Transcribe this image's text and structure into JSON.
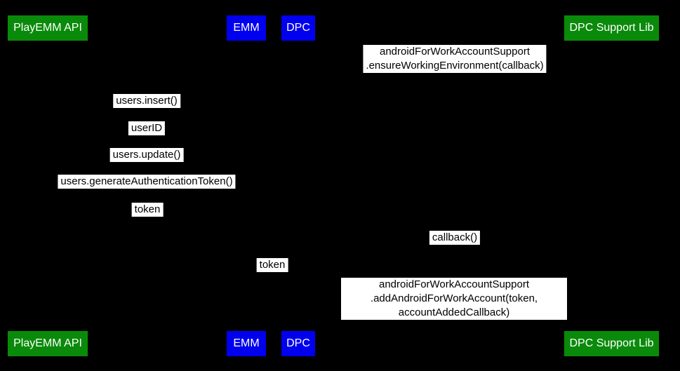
{
  "diagram": {
    "type": "uml-sequence-diagram",
    "background": "#000000",
    "colors": {
      "green_actor": "#0a8a0a",
      "blue_actor": "#0000ee",
      "actor_text": "#ffffff",
      "message_label_background": "#ffffff",
      "message_label_text": "#000000"
    },
    "actors_top": [
      {
        "label": "PlayEMM API"
      },
      {
        "label": "EMM"
      },
      {
        "label": "DPC"
      },
      {
        "label": "DPC Support Lib"
      }
    ],
    "actors_bottom": [
      {
        "label": "PlayEMM API"
      },
      {
        "label": "EMM"
      },
      {
        "label": "DPC"
      },
      {
        "label": "DPC Support Lib"
      }
    ],
    "messages": [
      {
        "text": "androidForWorkAccountSupport\n.ensureWorkingEnvironment(callback)"
      },
      {
        "text": "users.insert()"
      },
      {
        "text": "userID"
      },
      {
        "text": "users.update()"
      },
      {
        "text": "users.generateAuthenticationToken()"
      },
      {
        "text": "token"
      },
      {
        "text": "callback()"
      },
      {
        "text": "token"
      },
      {
        "text": "androidForWorkAccountSupport\n.addAndroidForWorkAccount(token, accountAddedCallback)"
      }
    ]
  }
}
